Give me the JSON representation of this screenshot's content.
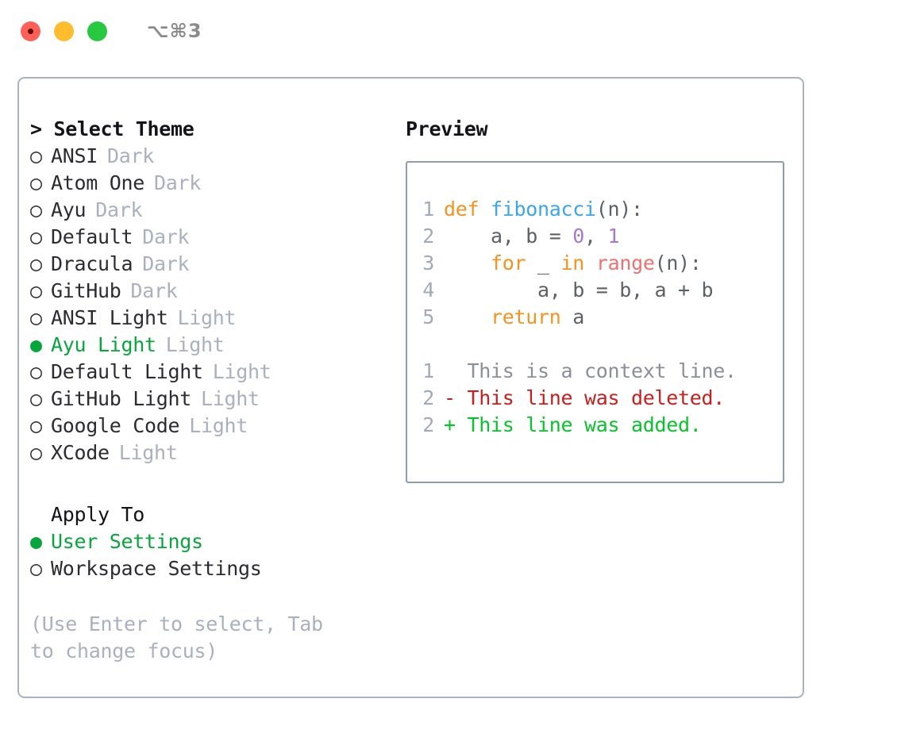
{
  "titlebar": {
    "shortcut": "⌥⌘3",
    "buttons": [
      {
        "name": "close",
        "color": "#ff5f57"
      },
      {
        "name": "minimize",
        "color": "#ffbd2e"
      },
      {
        "name": "zoom",
        "color": "#28c840"
      }
    ]
  },
  "theme_picker": {
    "header": "> Select Theme",
    "items": [
      {
        "marker": "○",
        "label": "ANSI",
        "badge": "Dark",
        "selected": false
      },
      {
        "marker": "○",
        "label": "Atom One",
        "badge": "Dark",
        "selected": false
      },
      {
        "marker": "○",
        "label": "Ayu",
        "badge": "Dark",
        "selected": false
      },
      {
        "marker": "○",
        "label": "Default",
        "badge": "Dark",
        "selected": false
      },
      {
        "marker": "○",
        "label": "Dracula",
        "badge": "Dark",
        "selected": false
      },
      {
        "marker": "○",
        "label": "GitHub",
        "badge": "Dark",
        "selected": false
      },
      {
        "marker": "○",
        "label": "ANSI Light",
        "badge": "Light",
        "selected": false
      },
      {
        "marker": "●",
        "label": "Ayu Light",
        "badge": "Light",
        "selected": true
      },
      {
        "marker": "○",
        "label": "Default Light",
        "badge": "Light",
        "selected": false
      },
      {
        "marker": "○",
        "label": "GitHub Light",
        "badge": "Light",
        "selected": false
      },
      {
        "marker": "○",
        "label": "Google Code",
        "badge": "Light",
        "selected": false
      },
      {
        "marker": "○",
        "label": "XCode",
        "badge": "Light",
        "selected": false
      }
    ]
  },
  "apply_to": {
    "header": "Apply To",
    "items": [
      {
        "marker": "●",
        "label": "User Settings",
        "selected": true
      },
      {
        "marker": "○",
        "label": "Workspace Settings",
        "selected": false
      }
    ]
  },
  "hint": "(Use Enter to select, Tab to change focus)",
  "preview": {
    "title": "Preview",
    "code": [
      {
        "lineno": "1",
        "tokens": [
          {
            "t": "def ",
            "c": "kw"
          },
          {
            "t": "fibonacci",
            "c": "fn"
          },
          {
            "t": "(n):",
            "c": "plain"
          }
        ]
      },
      {
        "lineno": "2",
        "tokens": [
          {
            "t": "    a, b = ",
            "c": "plain"
          },
          {
            "t": "0",
            "c": "num"
          },
          {
            "t": ", ",
            "c": "plain"
          },
          {
            "t": "1",
            "c": "num"
          }
        ]
      },
      {
        "lineno": "3",
        "tokens": [
          {
            "t": "    ",
            "c": "plain"
          },
          {
            "t": "for",
            "c": "kw"
          },
          {
            "t": " _ ",
            "c": "plain"
          },
          {
            "t": "in",
            "c": "kw"
          },
          {
            "t": " ",
            "c": "plain"
          },
          {
            "t": "range",
            "c": "builtin"
          },
          {
            "t": "(n):",
            "c": "plain"
          }
        ]
      },
      {
        "lineno": "4",
        "tokens": [
          {
            "t": "        a, b = b, a + b",
            "c": "plain"
          }
        ]
      },
      {
        "lineno": "5",
        "tokens": [
          {
            "t": "    ",
            "c": "plain"
          },
          {
            "t": "return",
            "c": "kw"
          },
          {
            "t": " a",
            "c": "plain"
          }
        ]
      }
    ],
    "diff": [
      {
        "lineno": "1",
        "sign": "  ",
        "text": "This is a context line.",
        "kind": "ctx"
      },
      {
        "lineno": "2",
        "sign": "- ",
        "text": "This line was deleted.",
        "kind": "del"
      },
      {
        "lineno": "2",
        "sign": "+ ",
        "text": "This line was added.",
        "kind": "add"
      }
    ]
  },
  "colors": {
    "accent_green": "#07a63c",
    "keyword_orange": "#f6921e",
    "function_blue": "#3aa6ec",
    "builtin_salmon": "#f07171",
    "number_purple": "#a37acc",
    "diff_delete": "#c81e1e",
    "diff_add": "#06c42a",
    "muted_gray": "#a9b1be",
    "border": "#aab2c0"
  }
}
